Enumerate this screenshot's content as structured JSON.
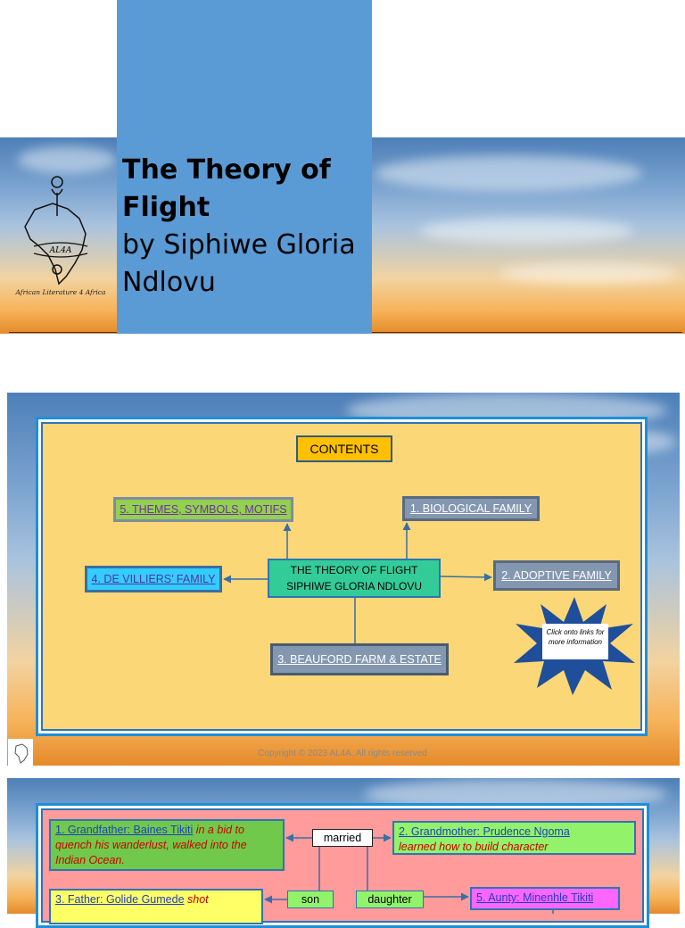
{
  "hero": {
    "title_line1": "The Theory of",
    "title_line2": "Flight",
    "author_line1": "by Siphiwe Gloria",
    "author_line2": "Ndlovu",
    "logo_caption": "African Literature 4 Africa",
    "logo_text": "AL4A"
  },
  "contents_slide": {
    "heading": "CONTENTS",
    "center_line1": "THE THEORY OF FLIGHT",
    "center_line2": "SIPHIWE GLORIA NDLOVU",
    "links": {
      "themes": "5. THEMES, SYMBOLS, MOTIFS",
      "biological": "1. BIOLOGICAL FAMILY",
      "de_villiers": "4. DE VILLIERS’ FAMILY",
      "adoptive": "2. ADOPTIVE FAMILY",
      "beauford": "3. BEAUFORD FARM & ESTATE"
    },
    "star_text": "Click onto links for more information",
    "copyright": "Copyright © 2023 AL4A. All rights reserved"
  },
  "family_slide": {
    "grandfather_link": "1. Grandfather: Baines Tikiti",
    "grandfather_desc": "in a bid to quench his wanderlust, walked into the Indian Ocean.",
    "grandmother_link": "2. Grandmother: Prudence Ngoma",
    "grandmother_desc": "learned how to build  character",
    "married": "married",
    "father_link": "3. Father: Golide Gumede",
    "father_desc": "shot",
    "son": "son",
    "daughter": "daughter",
    "aunty_link": "5. Aunty: Minenhle Tikiti"
  },
  "colors": {
    "title_card": "#5b9bd5",
    "panel_yellow": "#fcd777",
    "panel_pink": "#ff9b9b",
    "link_purple": "#7030a0"
  }
}
